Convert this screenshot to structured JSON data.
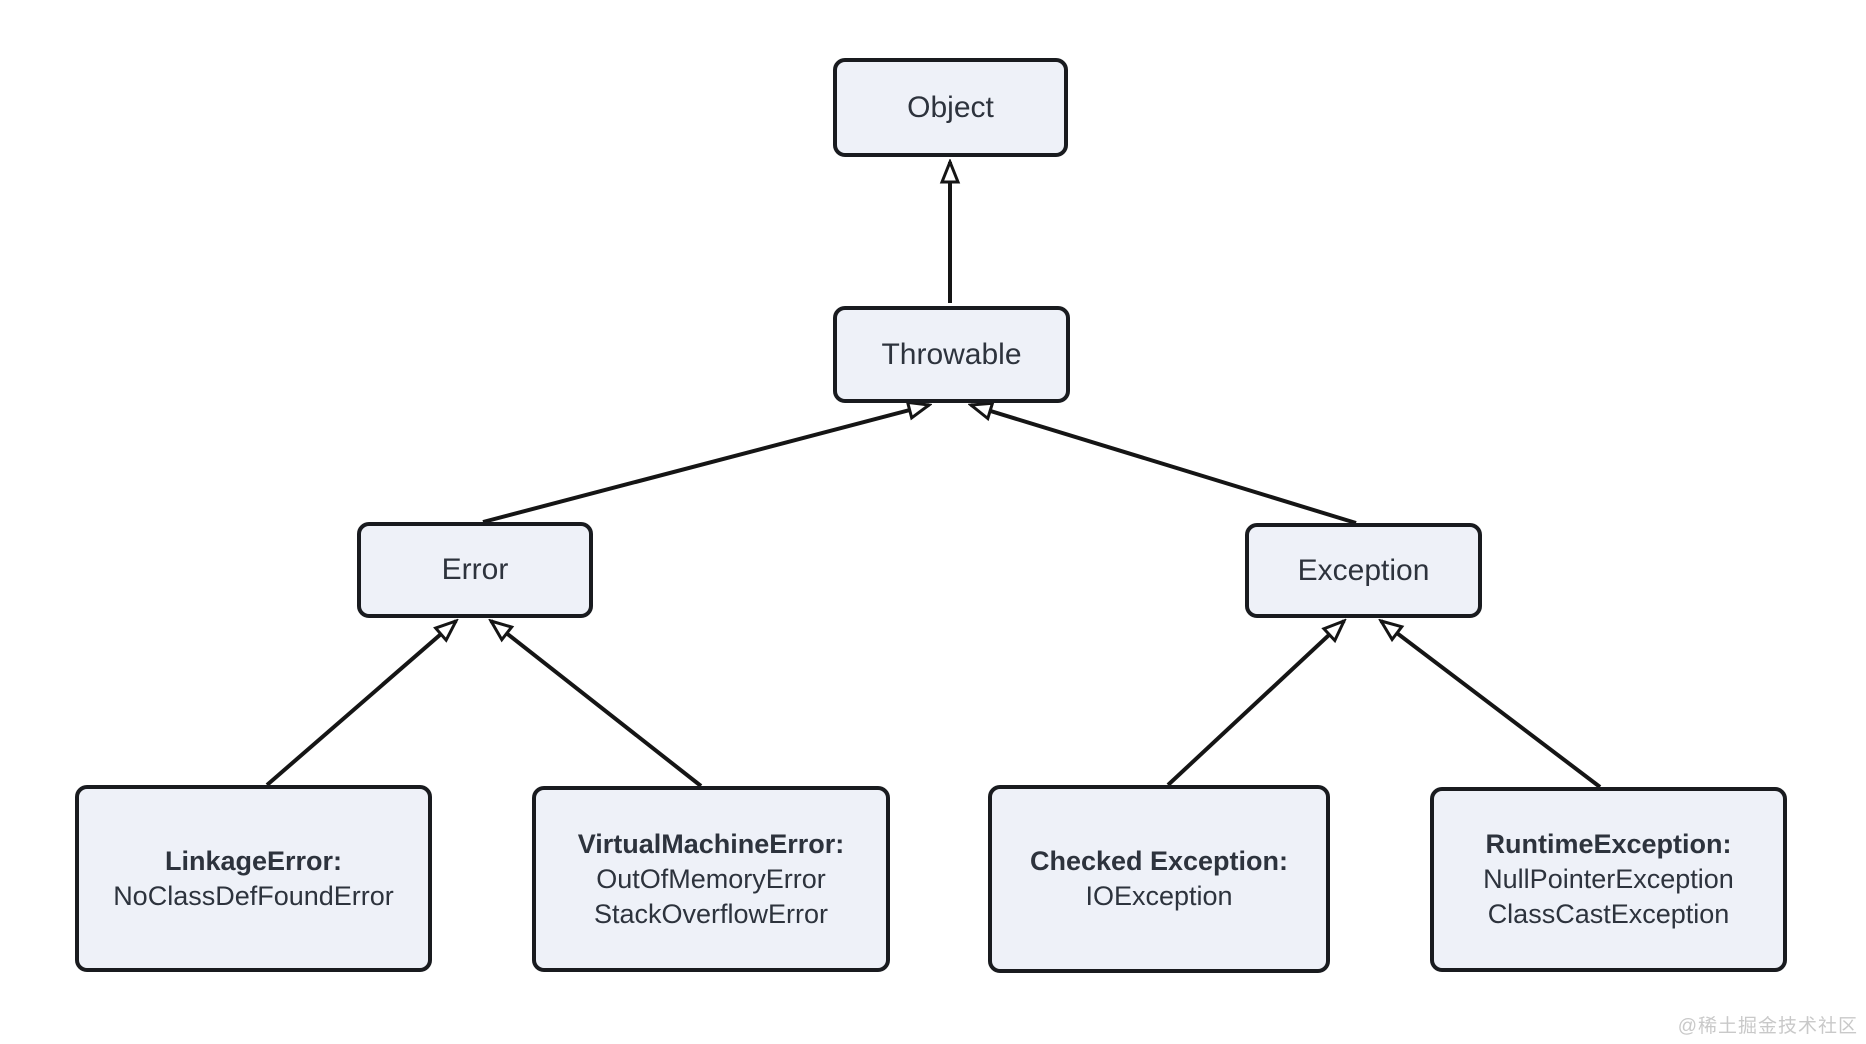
{
  "diagram": {
    "type": "class-hierarchy",
    "colors": {
      "background": "#ffffff",
      "node_fill": "#eef1f8",
      "node_border": "#191b1f",
      "node_text": "#2d333d",
      "edge_line": "#151515",
      "arrowhead_fill": "#ffffff",
      "watermark_text": "#c9c9c9"
    },
    "nodes": {
      "object": {
        "label": "Object"
      },
      "throwable": {
        "label": "Throwable"
      },
      "error": {
        "label": "Error"
      },
      "exception": {
        "label": "Exception"
      },
      "linkage_error": {
        "title": "LinkageError:",
        "lines": [
          "NoClassDefFoundError"
        ]
      },
      "virtual_machine_error": {
        "title": "VirtualMachineError:",
        "lines": [
          "OutOfMemoryError",
          "StackOverflowError"
        ]
      },
      "checked_exception": {
        "title": "Checked Exception:",
        "lines": [
          "IOException"
        ]
      },
      "runtime_exception": {
        "title": "RuntimeException:",
        "lines": [
          "NullPointerException",
          "ClassCastException"
        ]
      }
    },
    "edges": [
      {
        "from": "throwable",
        "to": "object",
        "style": "hollow-triangle"
      },
      {
        "from": "error",
        "to": "throwable",
        "style": "hollow-triangle"
      },
      {
        "from": "exception",
        "to": "throwable",
        "style": "hollow-triangle"
      },
      {
        "from": "linkage_error",
        "to": "error",
        "style": "hollow-triangle"
      },
      {
        "from": "virtual_machine_error",
        "to": "error",
        "style": "hollow-triangle"
      },
      {
        "from": "checked_exception",
        "to": "exception",
        "style": "hollow-triangle"
      },
      {
        "from": "runtime_exception",
        "to": "exception",
        "style": "hollow-triangle"
      }
    ]
  },
  "watermark": "@稀土掘金技术社区"
}
